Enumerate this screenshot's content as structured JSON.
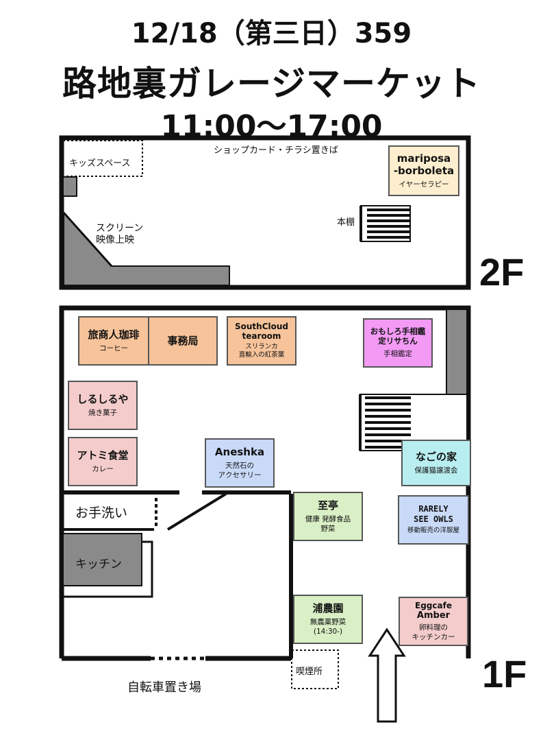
{
  "header": {
    "line1": "12/18（第三日）359",
    "line2": "路地裏ガレージマーケット",
    "line3": "11:00〜17:00"
  },
  "floors": {
    "second": "2F",
    "first": "1F"
  },
  "second_floor": {
    "kids_space": "キッズスペース",
    "shop_cards": "ショップカード・チラシ置きば",
    "screen_line1": "スクリーン",
    "screen_line2": "映像上映",
    "bookshelf": "本棚",
    "booth_mariposa": {
      "name_line1": "mariposa",
      "name_line2": "-borboleta",
      "sub": "イヤーセラピー"
    }
  },
  "first_floor": {
    "booths": {
      "tabishonin": {
        "name": "旅商人珈琲",
        "sub": "コーヒー"
      },
      "jimukyoku": {
        "name": "事務局"
      },
      "southcloud": {
        "name_line1": "SouthCloud",
        "name_line2": "tearoom",
        "sub_line1": "スリランカ",
        "sub_line2": "直輸入の紅茶葉"
      },
      "omoshiro": {
        "name_line1": "おもしろ手相鑑",
        "name_line2": "定リサちん",
        "sub": "手相鑑定"
      },
      "shirushiruya": {
        "name": "しるしるや",
        "sub": "焼き菓子"
      },
      "atomi": {
        "name": "アトミ食堂",
        "sub": "カレー"
      },
      "aneshka": {
        "name": "Aneshka",
        "sub_line1": "天然石の",
        "sub_line2": "アクセサリー"
      },
      "nagonoie": {
        "name": "なごの家",
        "sub": "保護猫譲渡会"
      },
      "shitei": {
        "name": "至亭",
        "sub_line1": "健康 発酵食品",
        "sub_line2": "野菜"
      },
      "rarely": {
        "name_line1": "RARELY",
        "name_line2": "SEE OWLS",
        "sub": "移動販売の洋服屋"
      },
      "uranoen": {
        "name": "浦農園",
        "sub_line1": "無農薬野菜",
        "sub_line2": "(14:30-)"
      },
      "eggcafe": {
        "name_line1": "Eggcafe",
        "name_line2": "Amber",
        "sub_line1": "卵料理の",
        "sub_line2": "キッチンカー"
      }
    },
    "restroom": "お手洗い",
    "kitchen": "キッチン",
    "smoking": "喫煙所",
    "bicycle": "自転車置き場"
  },
  "colors": {
    "orange": "#f6c39a",
    "pink": "#f4cccc",
    "blue": "#c9daf8",
    "green": "#d9efc5",
    "cyan": "#b9eef0",
    "magenta": "#f39af4",
    "cream": "#fdeecf",
    "wall": "#111111",
    "gray_block": "#8a8a8a"
  }
}
